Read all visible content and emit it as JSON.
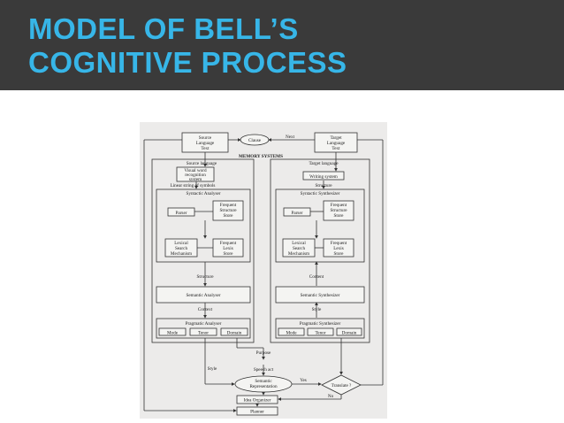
{
  "slide": {
    "title_line1": "MODEL OF BELL’S",
    "title_line2": "COGNITIVE PROCESS"
  },
  "colors": {
    "title_band": "#3a3a3a",
    "title_text": "#37b6e8",
    "scan_background": "#ecebea",
    "line": "#333333"
  },
  "diagram": {
    "source_text": [
      "Source",
      "Language",
      "Text"
    ],
    "clause": "Clause",
    "next": "Next",
    "target_text": [
      "Target",
      "Language",
      "Text"
    ],
    "memory_systems": "MEMORY SYSTEMS",
    "source_language": "Source   language",
    "target_language": "Target   language",
    "visual_word": [
      "Visual word",
      "recognition",
      "system"
    ],
    "writing_system": "Writing system",
    "linear_string": "Linear string of symbols",
    "structure_right": "Structure",
    "syntactic_analyser": "Syntactic   Analyser",
    "syntactic_synthesizer": "Syntactic   Synthesizer",
    "parser": "Parser",
    "frequent_structure": [
      "Frequent",
      "Structure",
      "Store"
    ],
    "lexical_search": [
      "Lexical",
      "Search",
      "Mechanism"
    ],
    "frequent_lexis": [
      "Frequent",
      "Lexis",
      "Store"
    ],
    "structure_left": "Structure",
    "content": "Content",
    "semantic_analyser": "Semantic   Analyser",
    "semantic_synthesizer": "Semantic   Synthesizer",
    "context": "Context",
    "style_right": "Style",
    "pragmatic_analyser": "Pragmatic   Analyser",
    "pragmatic_synthesizer": "Pragmatic   Synthesizer",
    "mode": "Mode",
    "tenor": "Tenor",
    "domain": "Domain",
    "purpose": "Purpose",
    "speech_act": "Speech act",
    "style_left": "Style",
    "semantic_representation": [
      "Semantic",
      "Representation"
    ],
    "yes": "Yes",
    "translate": "Translate ?",
    "no": "No",
    "idea_organizer": "Idea Organizer",
    "planner": "Planner"
  }
}
